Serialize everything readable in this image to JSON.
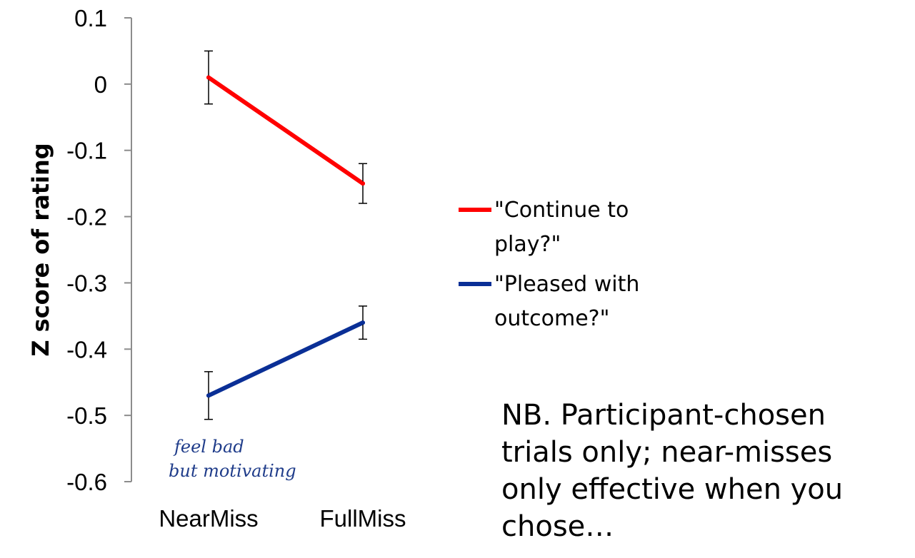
{
  "chart_data": {
    "type": "line",
    "categories": [
      "NearMiss",
      "FullMiss"
    ],
    "ylabel": "Z score of rating",
    "ylim": [
      -0.6,
      0.1
    ],
    "yticks": [
      "0.1",
      "0",
      "-0.1",
      "-0.2",
      "-0.3",
      "-0.4",
      "-0.5",
      "-0.6"
    ],
    "ytick_values": [
      0.1,
      0,
      -0.1,
      -0.2,
      -0.3,
      -0.4,
      -0.5,
      -0.6
    ],
    "grid": false,
    "legend_position": "right",
    "series": [
      {
        "name": "\"Continue to play?\"",
        "legend_lines": [
          "\"Continue to",
          "play?\""
        ],
        "color": "#ff0000",
        "values": [
          0.01,
          -0.15
        ],
        "errors": [
          0.04,
          0.03
        ]
      },
      {
        "name": "\"Pleased with outcome?\"",
        "legend_lines": [
          "\"Pleased with",
          "outcome?\""
        ],
        "color": "#0a2f96",
        "values": [
          -0.47,
          -0.36
        ],
        "errors": [
          0.036,
          0.025
        ]
      }
    ],
    "annotations": [
      "feel bad",
      "but motivating"
    ]
  },
  "note": {
    "lines": [
      "NB. Participant-chosen",
      "trials only; near-misses",
      "only effective when you",
      "chose…"
    ]
  }
}
